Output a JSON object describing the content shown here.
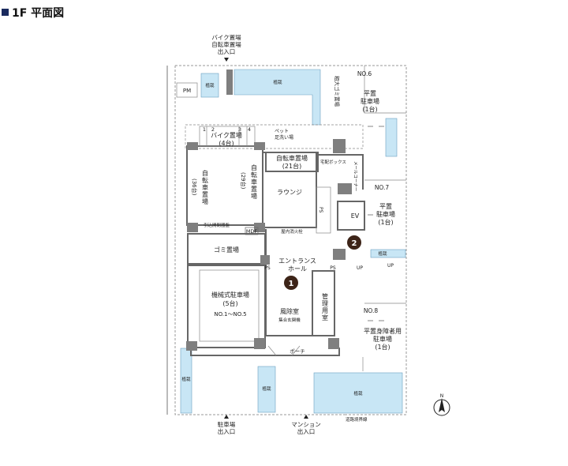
{
  "title": "1F 平面図",
  "entrances": {
    "bike": [
      "バイク置場",
      "自転車置場",
      "出入口"
    ],
    "parking": [
      "駐車場",
      "出入口"
    ],
    "mansion": [
      "マンション",
      "出入口"
    ]
  },
  "rooms": {
    "pm": "PM",
    "planting": "植栽",
    "no6": "NO.6",
    "garbage_yard": [
      "ゴミ",
      "粗大ゴミ",
      "置場"
    ],
    "garbage_yard_text": "粗大ゴミ置場",
    "flat_parking_1": [
      "平置",
      "駐車場",
      "(1台)"
    ],
    "bike_slot_nums": [
      "1",
      "2",
      "3",
      "4"
    ],
    "bike_parking": [
      "バイク置場",
      "(4台)"
    ],
    "pet_wash": [
      "ペット",
      "足洗い場"
    ],
    "bicycle_21": [
      "自転車置場",
      "(21台)"
    ],
    "delivery_box": "宅配ボックス",
    "mail_corner": "メールコーナー",
    "bicycle_36": [
      "自",
      "転",
      "車",
      "置",
      "場",
      "(36台)"
    ],
    "bicycle_29": [
      "自",
      "転",
      "車",
      "置",
      "場",
      "(29台)"
    ],
    "lounge": "ラウンジ",
    "ps": "PS",
    "ev": "EV",
    "no7": "NO.7",
    "flat_parking_2": [
      "平置",
      "駐車場",
      "(1台)"
    ],
    "pull_door": "引込開閉器盤",
    "mdf": "MDF",
    "hydrant": "屋内消火栓",
    "garbage": "ゴミ置場",
    "entrance_hall": [
      "エントランス",
      "ホール"
    ],
    "up": "UP",
    "mech_parking": [
      "機械式駐車場",
      "(5台)",
      "NO.1～NO.5"
    ],
    "windbreak": [
      "風除室",
      "集合玄関機"
    ],
    "management": [
      "管",
      "理",
      "用",
      "室"
    ],
    "no8": "NO.8",
    "disabled_parking": [
      "平置身障者用",
      "駐車場",
      "(1台)"
    ],
    "porch": "ポーチ",
    "boundary": "道路境界線",
    "north": "N"
  },
  "markers": [
    "1",
    "2"
  ],
  "colors": {
    "planting": "#c8e6f5",
    "wall": "#7f7f7f",
    "marker": "#3d2418",
    "title_mark": "#1a2a5e"
  }
}
